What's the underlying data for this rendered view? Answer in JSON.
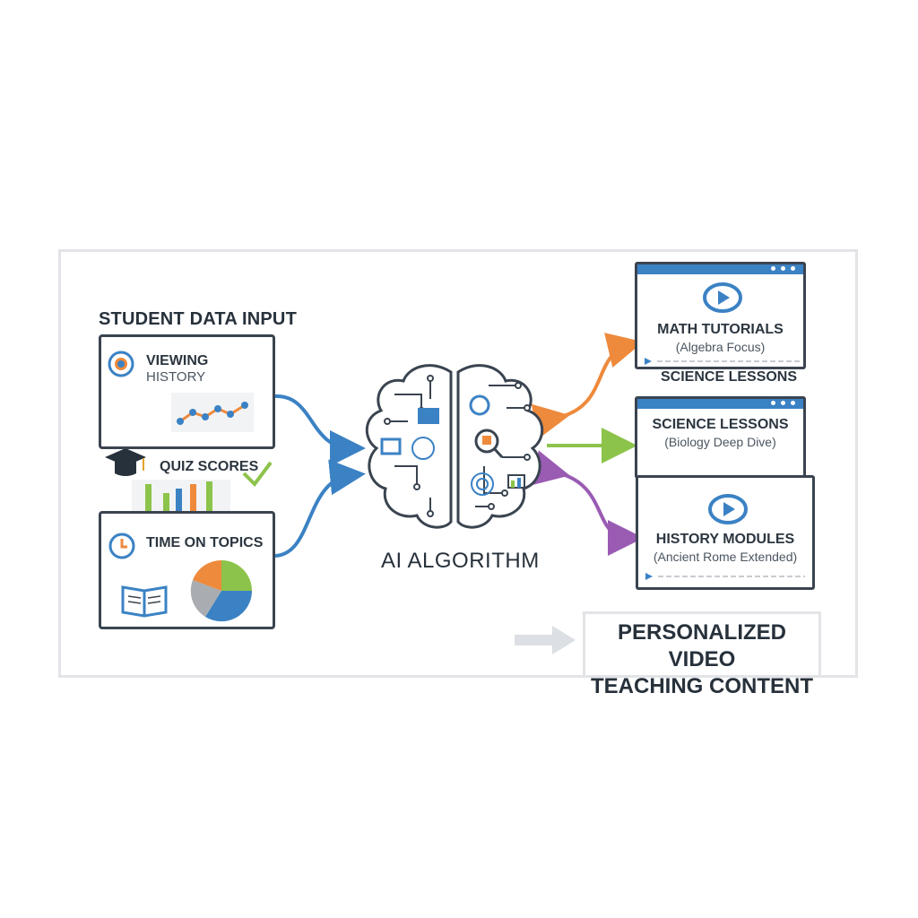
{
  "input": {
    "heading": "STUDENT DATA INPUT",
    "viewing": {
      "line1": "VIEWING",
      "line2": "HISTORY"
    },
    "quiz": {
      "label": "QUIZ SCORES"
    },
    "time": {
      "label": "TIME ON TOPICS"
    }
  },
  "ai": {
    "label": "AI ALGORITHM"
  },
  "outputs": [
    {
      "title": "MATH TUTORIALS",
      "sub": "(Algebra Focus)"
    },
    {
      "title": "SCIENCE LESSONS",
      "sub": "(Biology Deep Dive)"
    },
    {
      "title": "HISTORY MODULES",
      "sub": "(Ancient Rome Extended)"
    }
  ],
  "science_label_above": "SCIENCE LESSONS",
  "result": {
    "line1": "PERSONALIZED VIDEO",
    "line2": "TEACHING CONTENT"
  },
  "colors": {
    "blue": "#3b82c4",
    "orange": "#ee8a3c",
    "green": "#8cc34a",
    "purple": "#9a5bb3",
    "outline": "#3a4450"
  }
}
